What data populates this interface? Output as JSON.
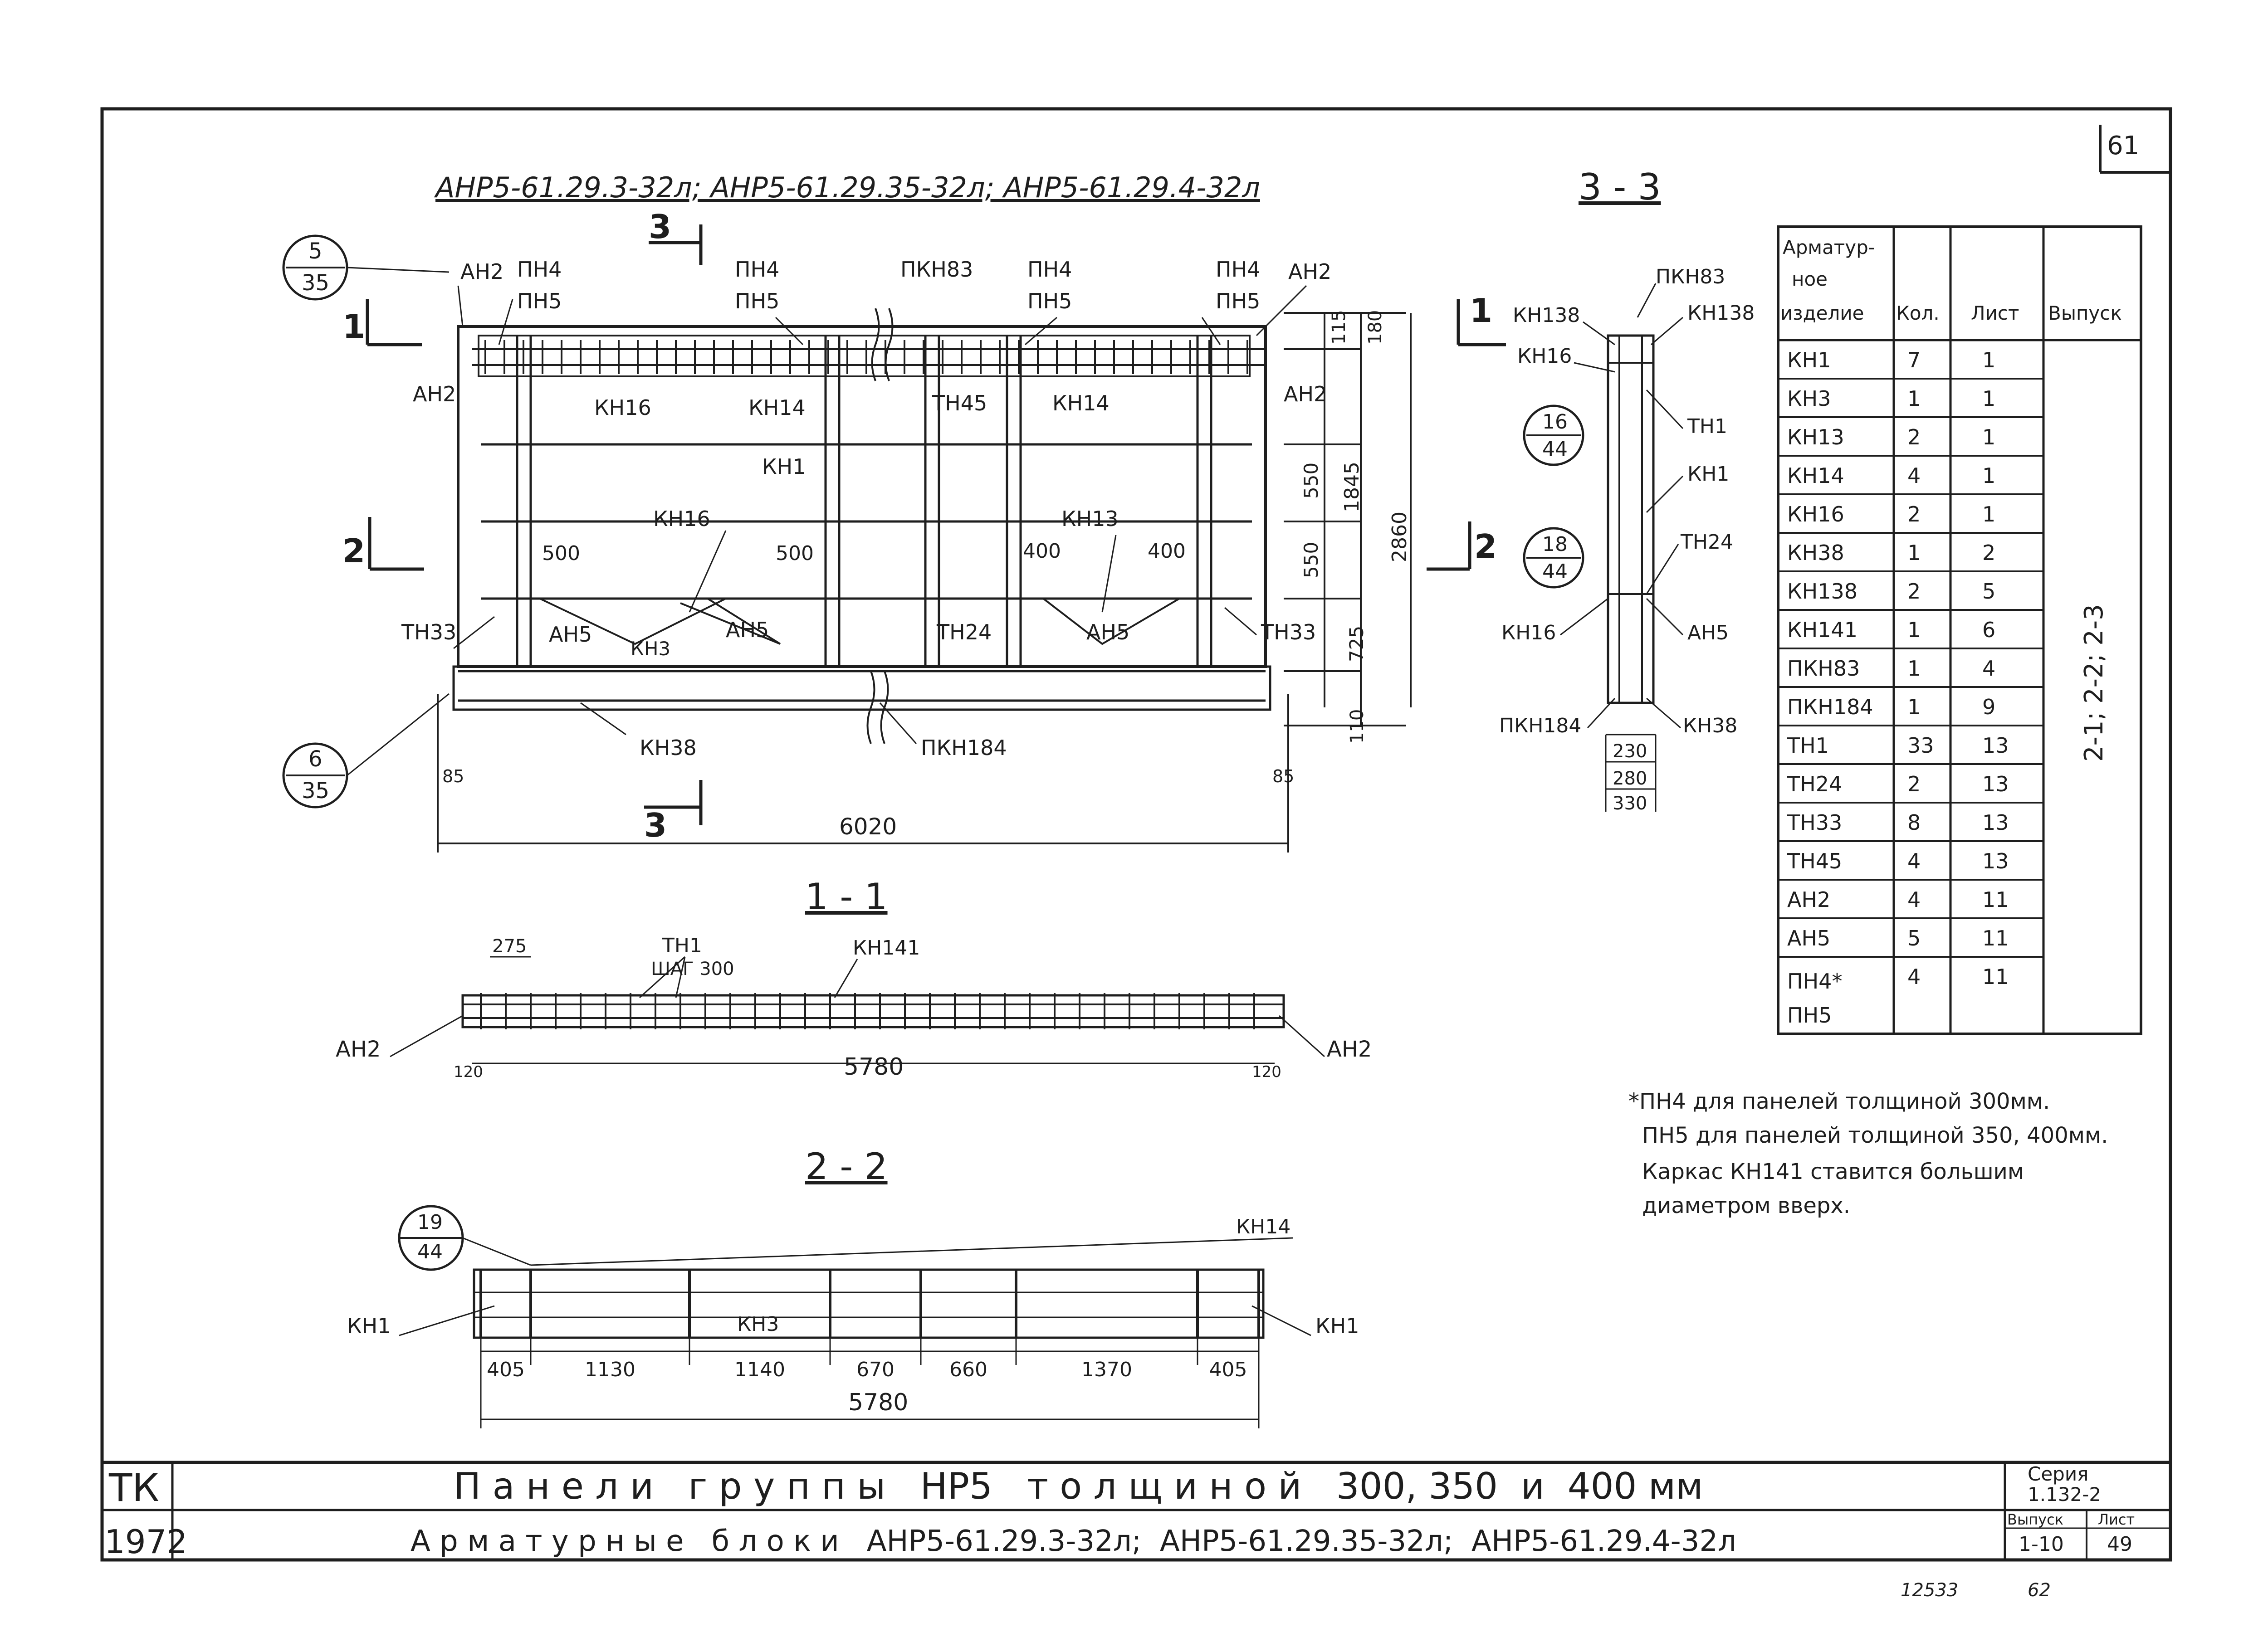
{
  "sheet_number": "61",
  "drawing_title": "АНР5-61.29.3-32л;  АНР5-61.29.35-32л; АНР5-61.29.4-32л",
  "section_marks": {
    "s1": "1",
    "s2": "2",
    "s3": "3"
  },
  "section_titles": {
    "s33": "3 - 3",
    "s11": "1 - 1",
    "s22": "2 - 2"
  },
  "callouts": [
    {
      "top": "5",
      "bottom": "35"
    },
    {
      "top": "6",
      "bottom": "35"
    },
    {
      "top": "16",
      "bottom": "44"
    },
    {
      "top": "18",
      "bottom": "44"
    },
    {
      "top": "19",
      "bottom": "44"
    }
  ],
  "elevation_labels": {
    "ah2": "АН2",
    "pn4": "ПН4",
    "pn5": "ПН5",
    "pkn83": "ПКН83",
    "kn16": "КН16",
    "kn14": "КН14",
    "tn45": "ТН45",
    "kn1": "КН1",
    "kn13": "КН13",
    "an5": "АН5",
    "kn3": "КН3",
    "tn33": "ТН33",
    "tn24": "ТН24",
    "kn38": "КН38",
    "pkn184": "ПКН184"
  },
  "elevation_dims": {
    "d500": "500",
    "d400": "400",
    "d115": "115",
    "d180": "180",
    "d550": "550",
    "d1845": "1845",
    "d2860": "2860",
    "d725": "725",
    "d110": "110",
    "d85": "85",
    "total": "6020"
  },
  "section33_labels": {
    "kn138": "КН138",
    "pkn83": "ПКН83",
    "kn16": "КН16",
    "tn1": "ТН1",
    "kn1": "КН1",
    "tn24": "ТН24",
    "an5": "АН5",
    "pkn184": "ПКН184",
    "kn38": "КН38",
    "d230": "230",
    "d280": "280",
    "d330": "330"
  },
  "section11_labels": {
    "d275": "275",
    "tn1": "ТН1",
    "step": "ШАГ 300",
    "kn141": "КН141",
    "ah2": "АН2",
    "d120": "120",
    "total": "5780"
  },
  "section22_labels": {
    "kn14": "КН14",
    "kn1": "КН1",
    "kn3": "КН3",
    "total": "5780",
    "dims": [
      "405",
      "1130",
      "1140",
      "670",
      "660",
      "1370",
      "405"
    ]
  },
  "spec_table": {
    "headers": [
      "Арматур-ное изделие",
      "Кол.",
      "Лист",
      "Выпуск"
    ],
    "rows": [
      [
        "КН1",
        "7",
        "1"
      ],
      [
        "КН3",
        "1",
        "1"
      ],
      [
        "КН13",
        "2",
        "1"
      ],
      [
        "КН14",
        "4",
        "1"
      ],
      [
        "КН16",
        "2",
        "1"
      ],
      [
        "КН38",
        "1",
        "2"
      ],
      [
        "КН138",
        "2",
        "5"
      ],
      [
        "КН141",
        "1",
        "6"
      ],
      [
        "ПКН83",
        "1",
        "4"
      ],
      [
        "ПКН184",
        "1",
        "9"
      ],
      [
        "ТН1",
        "33",
        "13"
      ],
      [
        "ТН24",
        "2",
        "13"
      ],
      [
        "ТН33",
        "8",
        "13"
      ],
      [
        "ТН45",
        "4",
        "13"
      ],
      [
        "АН2",
        "4",
        "11"
      ],
      [
        "АН5",
        "5",
        "11"
      ],
      [
        "ПН4*\nПН5",
        "4",
        "11"
      ]
    ],
    "release": "2-1; 2-2; 2-3"
  },
  "notes": [
    "*ПН4 для панелей толщиной 300мм.",
    "ПН5 для панелей толщиной 350, 400мм.",
    "Каркас КН141 ставится большим",
    "диаметром вверх."
  ],
  "title_block": {
    "org": "ТК",
    "year": "1972",
    "title": "П а н е л и   г р у п п ы   НР5   т о л щ и н о й   300, 350  и  400 мм",
    "subtitle": "А р м а т у р н ы е   б л о к и   АНР5-61.29.3-32л;  АНР5-61.29.35-32л;  АНР5-61.29.4-32л",
    "series_label": "Серия",
    "series_value": "1.132-2",
    "issue_label": "Выпуск",
    "issue_value": "1-10",
    "sheet_label": "Лист",
    "sheet_value": "49"
  },
  "footer_numbers": {
    "a": "12533",
    "b": "62"
  }
}
